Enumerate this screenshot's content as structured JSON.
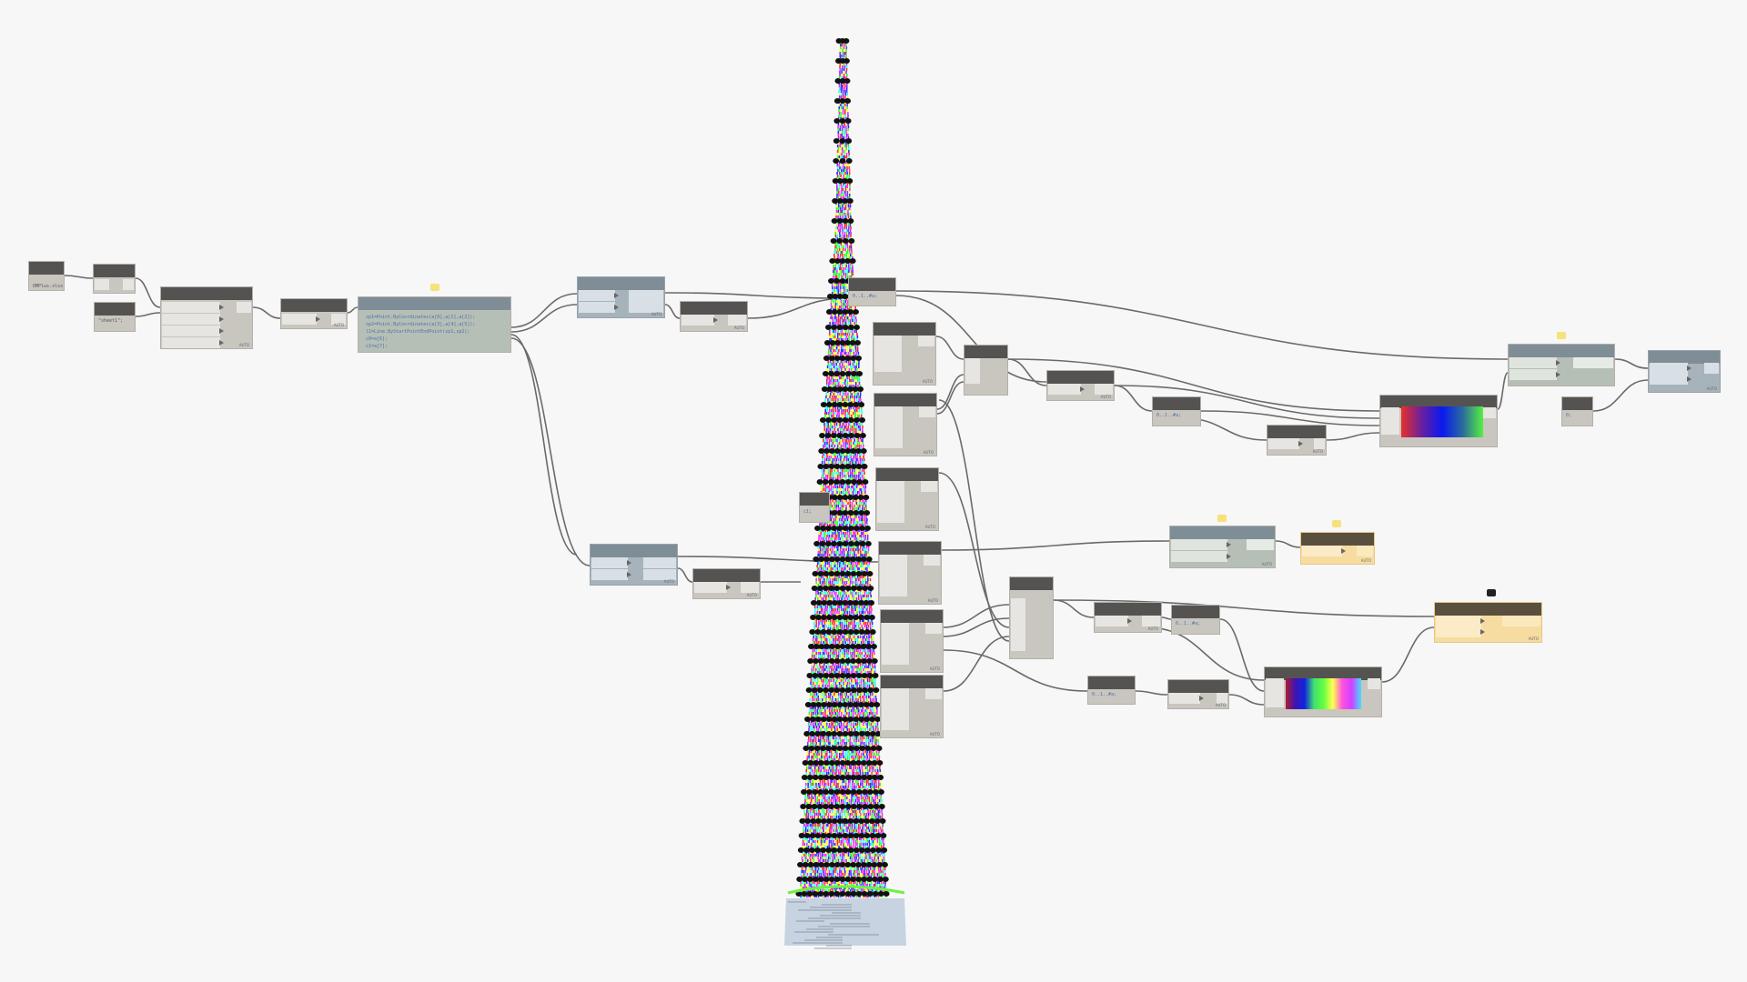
{
  "app": "Dynamo graph canvas",
  "nodes": [
    {
      "id": "file-path",
      "label": "",
      "value": "OMPlus.xlsx",
      "style": "default"
    },
    {
      "id": "file-from-path",
      "label": "",
      "value": "",
      "style": "default"
    },
    {
      "id": "sheet-name",
      "label": "",
      "value": "\"sheet1\";",
      "style": "default"
    },
    {
      "id": "excel-read",
      "label": "",
      "value": "",
      "style": "default"
    },
    {
      "id": "list-op-1",
      "label": "",
      "value": "",
      "style": "default"
    },
    {
      "id": "code-block-main",
      "label": "",
      "style": "green",
      "code": [
        "sp1=Point.ByCoordinates(a[0],a[1],a[2]);",
        "sp2=Point.ByCoordinates(a[3],a[4],a[5]);",
        "l1=Line.ByStartPointEndPoint(sp1,sp2);",
        "c0=a[6];",
        "c1=a[7];"
      ]
    },
    {
      "id": "range-top",
      "label": "",
      "value": "0..1..#a;",
      "style": "default"
    },
    {
      "id": "range-mid",
      "label": "",
      "value": "0..1..#a;",
      "style": "default"
    },
    {
      "id": "range-lower",
      "label": "",
      "value": "0..1..#a;",
      "style": "default"
    },
    {
      "id": "range-bottom",
      "label": "",
      "value": "0..1..#a;",
      "style": "default"
    },
    {
      "id": "small-code",
      "label": "",
      "value": "c1;",
      "style": "default"
    },
    {
      "id": "small-code-2",
      "label": "",
      "value": "0;",
      "style": "default"
    }
  ],
  "gradients": {
    "top": [
      "#e8302a",
      "#6a1f9e",
      "#0a19f0",
      "#2a6a9e",
      "#55f040"
    ],
    "bottom": [
      "#b01c2e",
      "#4014b0",
      "#1022e0",
      "#40e070",
      "#60ff40",
      "#ffff50",
      "#ff50e0",
      "#d040ff",
      "#40e0ff"
    ]
  },
  "preview": {
    "type": "3d-tower",
    "colors": [
      "#ff30ff",
      "#30ff30",
      "#3030ff",
      "#ffff30",
      "#30ffff",
      "#ff3030",
      "#9030ff"
    ],
    "base": "#c7d3e0",
    "top_band": "#70f040"
  },
  "footer_label": "AUTO"
}
